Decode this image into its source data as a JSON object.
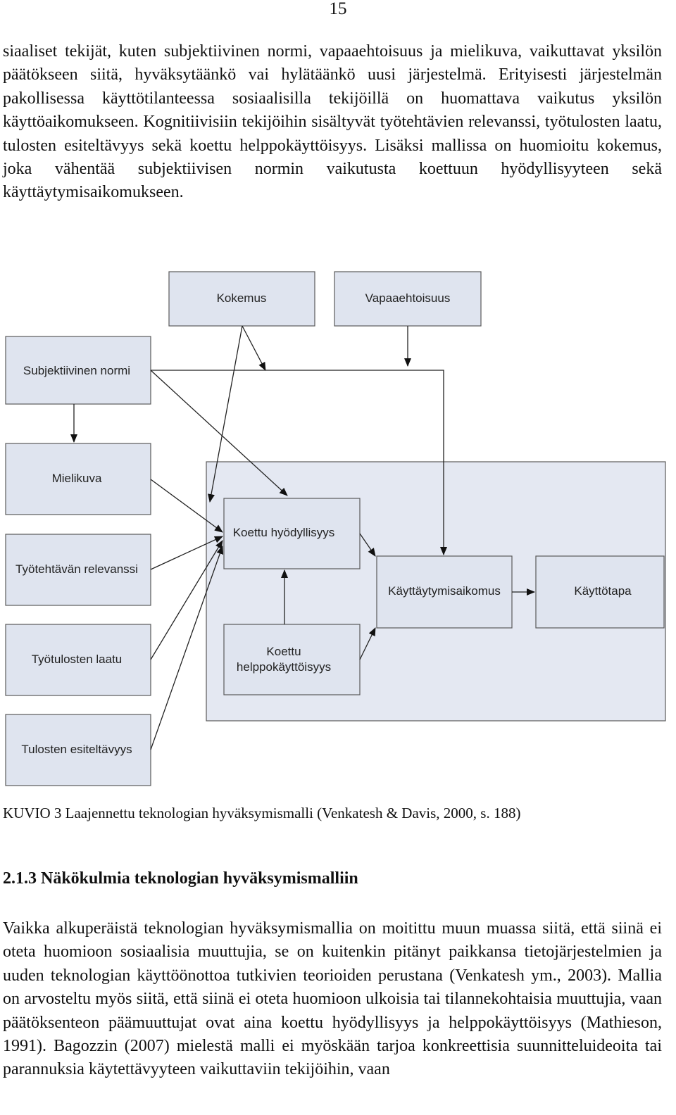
{
  "page": {
    "number": "15",
    "paragraph_1": "siaaliset tekijät, kuten subjektiivinen normi, vapaaehtoisuus ja mielikuva, vaikuttavat yksilön päätökseen siitä, hyväksytäänkö vai hylätäänkö uusi järjestelmä. Erityisesti järjestelmän pakollisessa käyttötilanteessa sosiaalisilla tekijöillä on huomattava vaikutus yksilön käyttöaikomukseen. Kognitiivisiin tekijöihin sisältyvät työtehtävien relevanssi, työtulosten laatu, tulosten esiteltävyys sekä koettu helppokäyttöisyys. Lisäksi mallissa on huomioitu kokemus, joka vähentää subjektiivisen normin vaikutusta koettuun hyödyllisyyteen sekä käyttäytymisaikomukseen.",
    "caption": "KUVIO 3 Laajennettu teknologian hyväksymismalli (Venkatesh & Davis, 2000, s. 188)",
    "heading": "2.1.3 Näkökulmia teknologian hyväksymismalliin",
    "paragraph_2": "Vaikka alkuperäistä teknologian hyväksymismallia on moitittu muun muassa siitä, että siinä ei oteta huomioon sosiaalisia muuttujia, se on kuitenkin pitänyt paikkansa tietojärjestelmien ja uuden teknologian käyttöönottoa tutkivien teorioiden perustana (Venkatesh ym., 2003). Mallia on arvosteltu myös siitä, että siinä ei oteta huomioon ulkoisia tai tilannekohtaisia muuttujia, vaan päätöksenteon päämuuttujat ovat aina koettu hyödyllisyys ja helppokäyttöisyys (Mathieson, 1991). Bagozzin (2007) mielestä malli ei myöskään tarjoa konkreettisia suunnitteluideoita tai parannuksia käytettävyyteen vaikuttaviin tekijöihin, vaan"
  },
  "diagram": {
    "kokemus": "Kokemus",
    "vapaaehtoisuus": "Vapaaehtoisuus",
    "subjektiivinen_normi": "Subjektiivinen normi",
    "mielikuva": "Mielikuva",
    "relevanssi": "Työtehtävän relevanssi",
    "laatu": "Työtulosten laatu",
    "esiteltavyys": "Tulosten esiteltävyys",
    "hyodyllisyys": "Koettu hyödyllisyys",
    "helppokayttoisyys_line1": "Koettu",
    "helppokayttoisyys_line2": "helppokäyttöisyys",
    "aikomus": "Käyttäytymisaikomus",
    "kayttotapa": "Käyttötapa"
  }
}
